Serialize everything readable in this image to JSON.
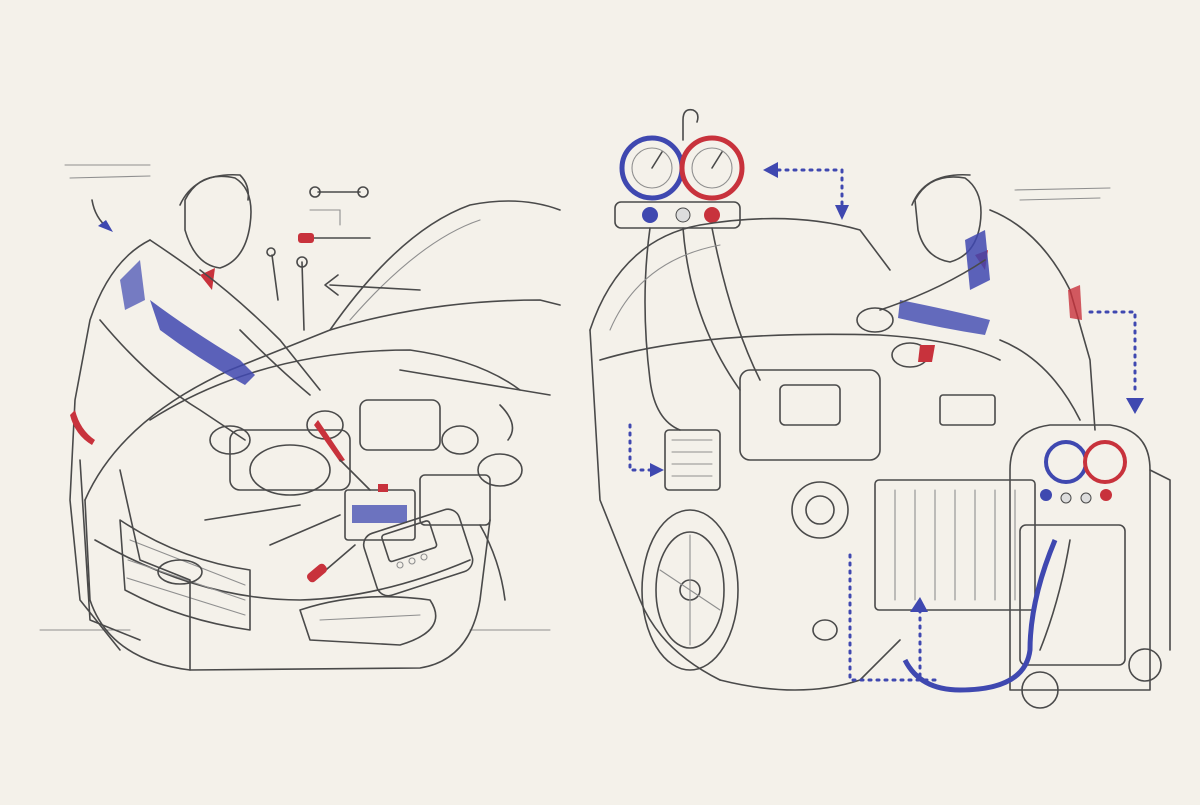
{
  "scene": {
    "background": "#f4f1ea",
    "pencil_color": "#4a4a4a",
    "accent_blue": "#3f48b0",
    "accent_red": "#c8323c",
    "panels": [
      {
        "name": "engine-repair-panel",
        "subject": "mechanic-with-tools-and-diagnostic-scanner"
      },
      {
        "name": "ac-service-panel",
        "subject": "mechanic-with-manifold-gauges-and-ac-recovery-machine"
      }
    ]
  }
}
